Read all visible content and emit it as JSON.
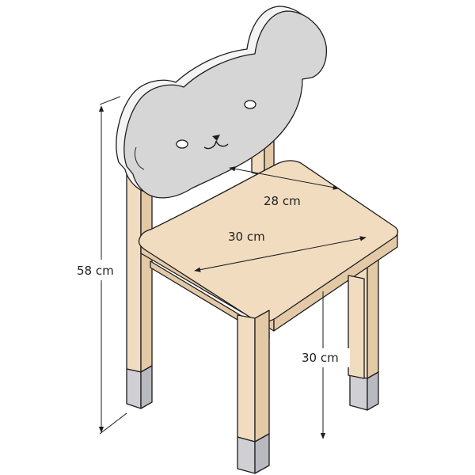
{
  "dimensions": {
    "total_height": "58 cm",
    "seat_depth": "28 cm",
    "seat_width": "30 cm",
    "seat_height": "30 cm"
  },
  "colors": {
    "wood": "#f1dcc0",
    "wood_shade": "#e3c9a6",
    "backrest": "#d6d6d6",
    "backrest_edge": "#f4f4f4",
    "leg_cap": "#cfcfd4",
    "line": "#1e1e1e"
  }
}
